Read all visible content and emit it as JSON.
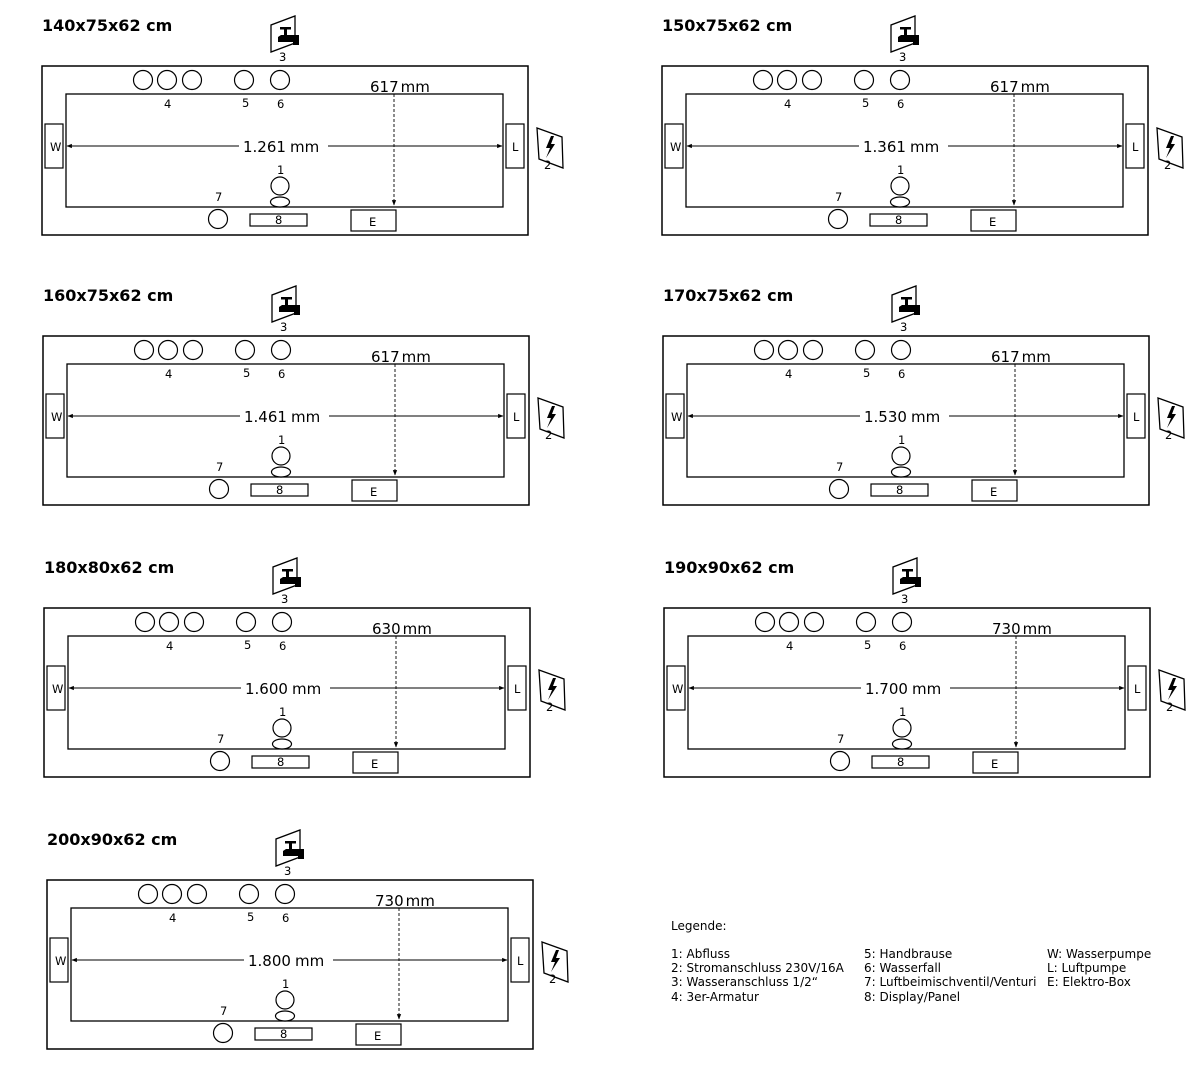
{
  "tubs": [
    {
      "title": "140x75x62 cm",
      "length_text": "1.261",
      "width_text": "617",
      "unit": "mm"
    },
    {
      "title": "150x75x62 cm",
      "length_text": "1.361",
      "width_text": "617",
      "unit": "mm"
    },
    {
      "title": "160x75x62 cm",
      "length_text": "1.461",
      "width_text": "617",
      "unit": "mm"
    },
    {
      "title": "170x75x62 cm",
      "length_text": "1.530",
      "width_text": "617",
      "unit": "mm"
    },
    {
      "title": "180x80x62 cm",
      "length_text": "1.600",
      "width_text": "630",
      "unit": "mm"
    },
    {
      "title": "190x90x62 cm",
      "length_text": "1.700",
      "width_text": "730",
      "unit": "mm"
    },
    {
      "title": "200x90x62 cm",
      "length_text": "1.800",
      "width_text": "730",
      "unit": "mm"
    }
  ],
  "markers": {
    "drain": "1",
    "power": "2",
    "water": "3",
    "fitting": "4",
    "hand_shower": "5",
    "waterfall": "6",
    "air_valve": "7",
    "display": "8",
    "water_pump": "W",
    "air_pump": "L",
    "electro_box": "E"
  },
  "legend": {
    "title": "Legende:",
    "col1": [
      "1: Abfluss",
      "2: Stromanschluss 230V/16A",
      "3: Wasseranschluss 1/2“",
      "4: 3er-Armatur"
    ],
    "col2": [
      "5: Handbrause",
      "6: Wasserfall",
      "7: Luftbeimischventil/Venturi",
      "8: Display/Panel"
    ],
    "col3": [
      "W: Wasserpumpe",
      "L: Luftpumpe",
      "E: Elektro-Box"
    ]
  }
}
